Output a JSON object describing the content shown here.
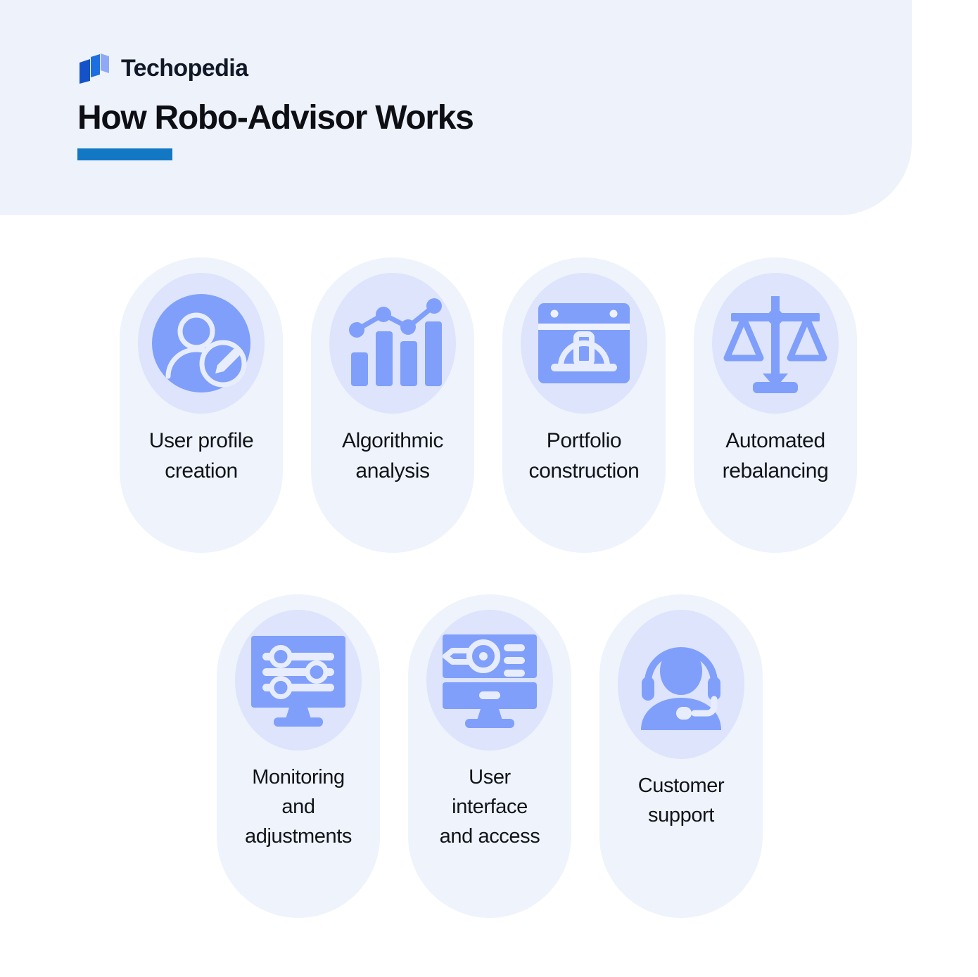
{
  "brand": {
    "name": "Techopedia",
    "logo_icon": "techopedia-layers-logo",
    "logo_colors": [
      "#1552c8",
      "#1c6fe0",
      "#90a9f7"
    ]
  },
  "header": {
    "title": "How Robo-Advisor Works",
    "background_color": "#eef2fb",
    "accent_rule_color": "#1278c4"
  },
  "theme": {
    "card_background": "#eff3fc",
    "icon_bubble_background": "#dde4fb",
    "icon_color": "#7f9ffb",
    "icon_detail_color": "#e8edfd",
    "text_color": "#111418",
    "page_background": "#ffffff"
  },
  "steps": [
    {
      "id": "user-profile-creation",
      "label": "User profile\ncreation",
      "icon": "user-profile-edit-icon",
      "row": 1
    },
    {
      "id": "algorithmic-analysis",
      "label": "Algorithmic\nanalysis",
      "icon": "bar-chart-trendline-icon",
      "row": 1
    },
    {
      "id": "portfolio-construction",
      "label": "Portfolio\nconstruction",
      "icon": "browser-hardhat-icon",
      "row": 1
    },
    {
      "id": "automated-rebalancing",
      "label": "Automated\nrebalancing",
      "icon": "balance-scale-icon",
      "row": 1
    },
    {
      "id": "monitoring-adjustments",
      "label": "Monitoring\nand\nadjustments",
      "icon": "monitor-sliders-icon",
      "row": 2
    },
    {
      "id": "user-interface-access",
      "label": "User\ninterface\nand access",
      "icon": "monitor-cursor-list-icon",
      "row": 2
    },
    {
      "id": "customer-support",
      "label": "Customer\nsupport",
      "icon": "headset-agent-icon",
      "row": 2
    }
  ]
}
